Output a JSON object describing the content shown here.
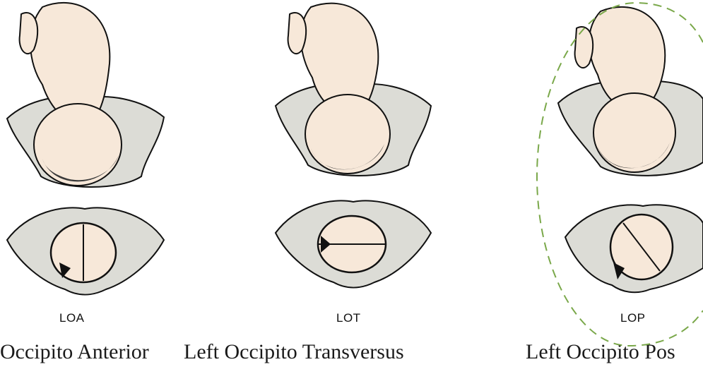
{
  "figure": {
    "panels": [
      {
        "code": "LOA",
        "caption": "Occipito Anterior"
      },
      {
        "code": "LOT",
        "caption": "Left Occipito Transversus"
      },
      {
        "code": "LOP",
        "caption": "Left Occipito Pos"
      }
    ],
    "colors": {
      "skin": "#f7e8d9",
      "outline": "#111111",
      "pelvis_fill": "#dcdcd6",
      "highlight": "#7aa84a"
    },
    "highlighted_panel": "LOP"
  }
}
